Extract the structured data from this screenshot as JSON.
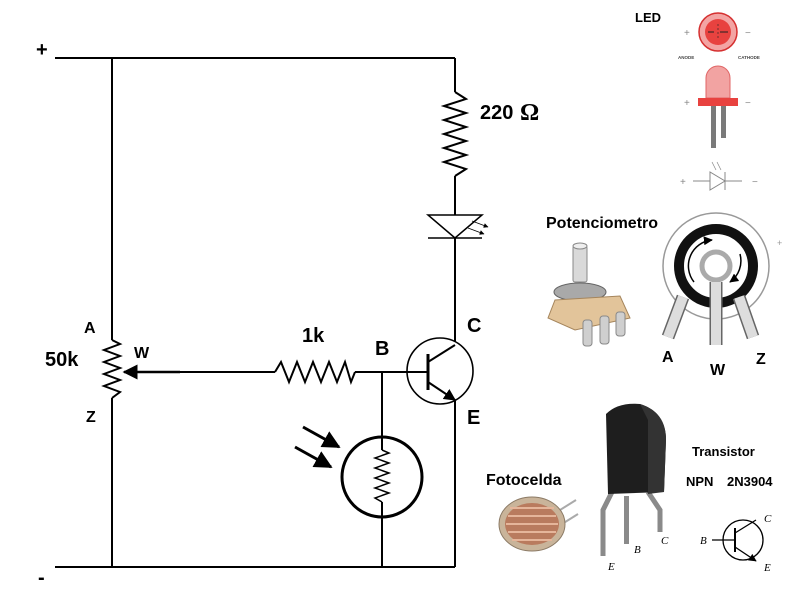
{
  "circuit": {
    "plus_sign": "+",
    "minus_sign": "-",
    "resistor_220_label": "220",
    "ohm_symbol": "Ω",
    "pot_value": "50k",
    "pot_pin_a": "A",
    "pot_pin_w": "W",
    "pot_pin_z": "Z",
    "resistor_1k_label": "1k",
    "transistor_base": "B",
    "transistor_collector": "C",
    "transistor_emitter": "E"
  },
  "led_panel": {
    "title": "LED",
    "anode": "ANODE",
    "cathode": "CATHODE",
    "plus": "+",
    "minus": "−",
    "led_color": "#e8423f"
  },
  "pot_panel": {
    "title": "Potenciometro",
    "pin_a": "A",
    "pin_w": "W",
    "pin_z": "Z"
  },
  "photocell_panel": {
    "title": "Fotocelda"
  },
  "transistor_panel": {
    "title": "Transistor",
    "type": "NPN",
    "part": "2N3904",
    "pin_e": "E",
    "pin_b": "B",
    "pin_c": "C",
    "sym_b": "B",
    "sym_c": "C",
    "sym_e": "E"
  }
}
